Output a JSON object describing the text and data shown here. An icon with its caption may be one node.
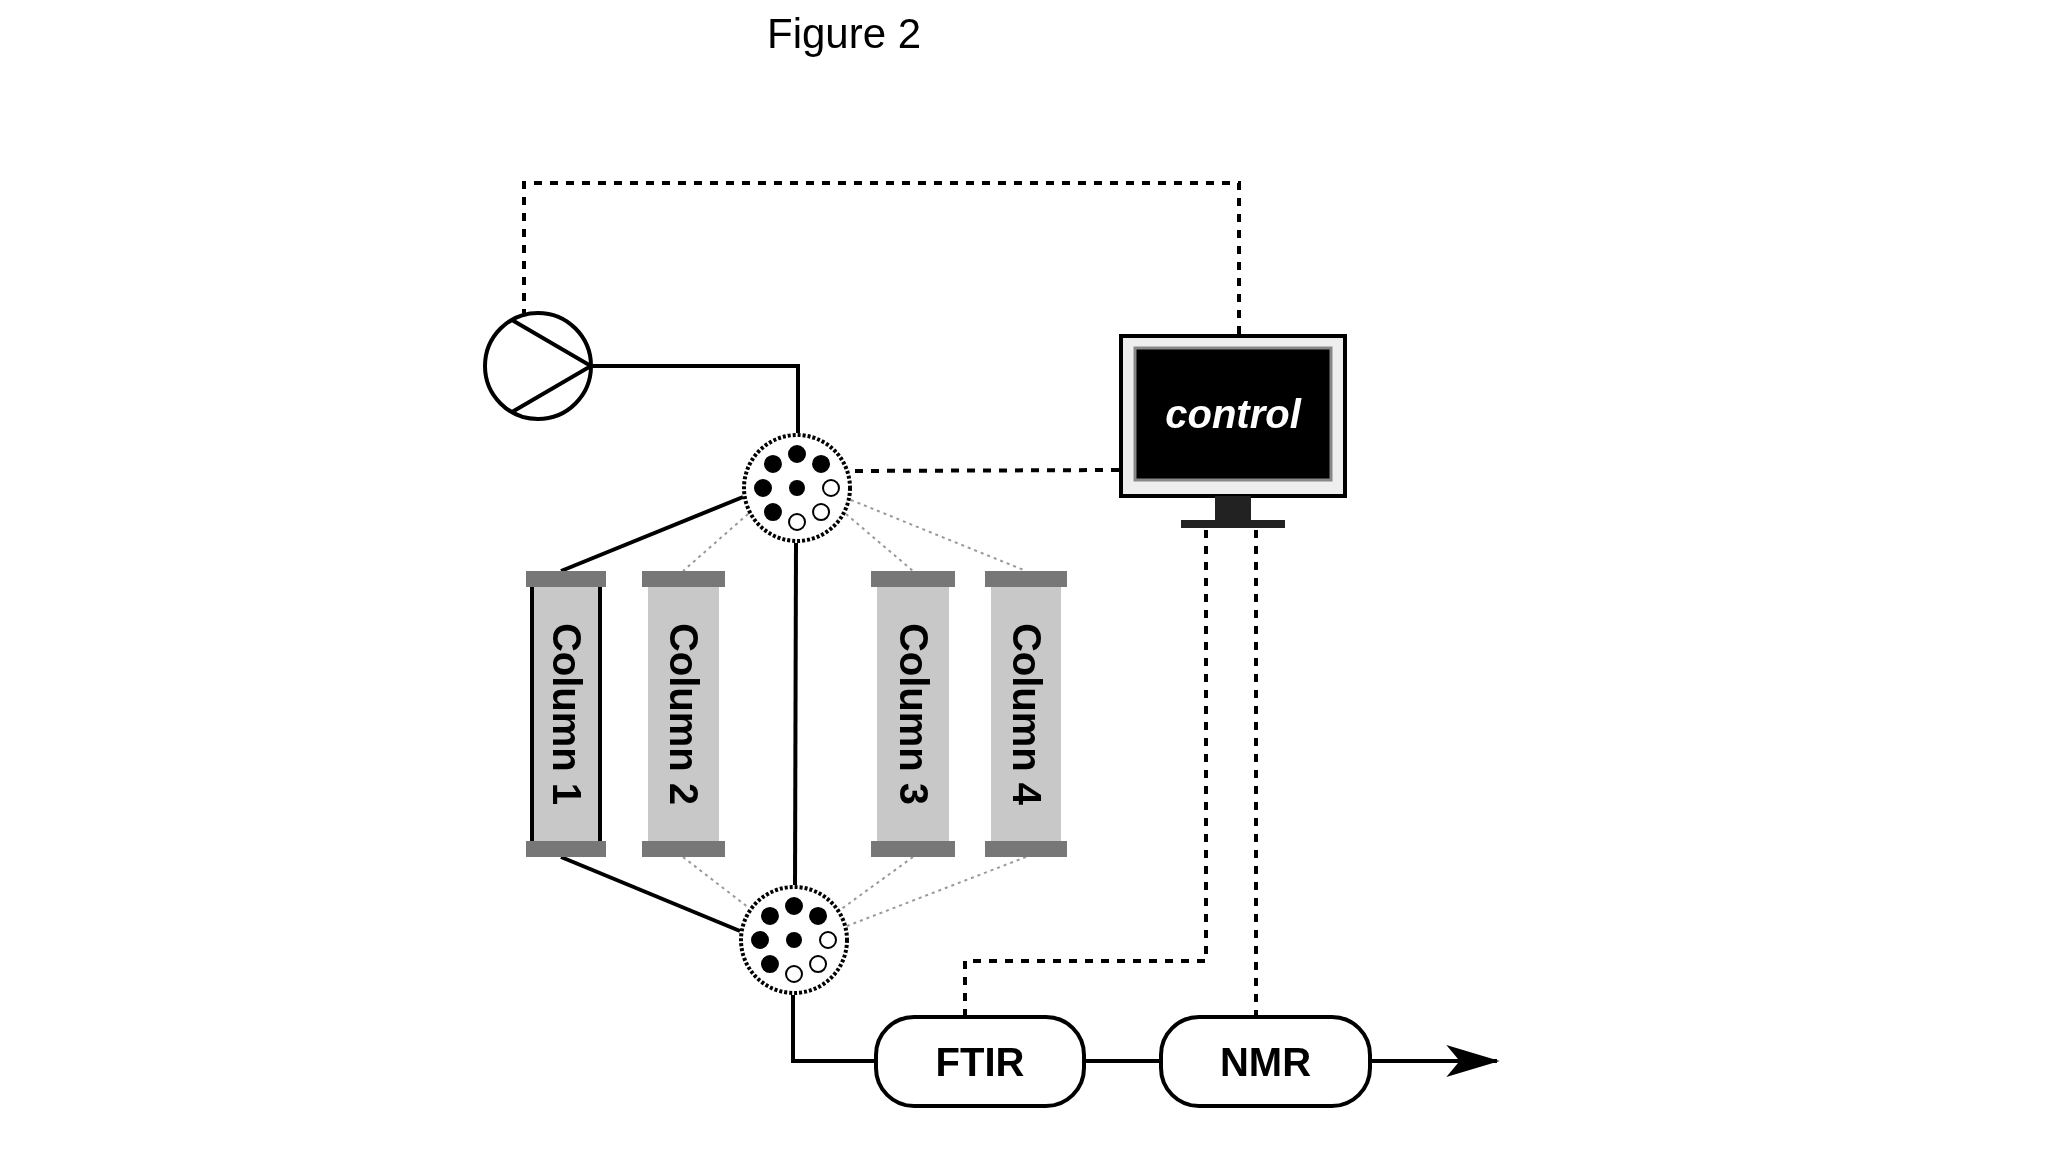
{
  "diagram": {
    "title": "Figure 2",
    "nodes": [
      {
        "text": [],
        "shape": "circle"
      },
      {
        "text": [],
        "shape": "circle"
      },
      {
        "text": [
          "control"
        ]
      },
      {
        "text": [
          "Column 1"
        ]
      },
      {
        "text": [
          "Column 2"
        ]
      },
      {
        "text": [
          "Column 3"
        ]
      },
      {
        "text": [
          "Column 4"
        ]
      },
      {
        "text": [],
        "shape": "circle"
      },
      {
        "text": [
          "FTIR"
        ]
      },
      {
        "text": [
          "NMR"
        ]
      }
    ],
    "edges": [
      {
        "from": 2,
        "to": 0,
        "arrow": "none",
        "style": "dashed"
      },
      {
        "from": 0,
        "to": 1,
        "arrow": "none"
      },
      {
        "from": 2,
        "to": 1,
        "arrow": "none",
        "style": "dashed"
      },
      {
        "from": 1,
        "to": 3,
        "arrow": "none"
      },
      {
        "from": 1,
        "to": 4,
        "arrow": "none",
        "style": "dashed",
        "color": "#999999"
      },
      {
        "from": 1,
        "to": 5,
        "arrow": "none",
        "style": "dashed",
        "color": "#999999"
      },
      {
        "from": 1,
        "to": 6,
        "arrow": "none",
        "style": "dashed",
        "color": "#999999"
      },
      {
        "from": 1,
        "to": 7,
        "arrow": "none"
      },
      {
        "from": 3,
        "to": 7,
        "arrow": "none"
      },
      {
        "from": 4,
        "to": 7,
        "arrow": "none",
        "style": "dashed",
        "color": "#999999"
      },
      {
        "from": 5,
        "to": 7,
        "arrow": "none",
        "style": "dashed",
        "color": "#999999"
      },
      {
        "from": 6,
        "to": 7,
        "arrow": "none",
        "style": "dashed",
        "color": "#999999"
      },
      {
        "from": 7,
        "to": 8,
        "arrow": "none"
      },
      {
        "from": 8,
        "to": 9,
        "arrow": "none"
      },
      {
        "from": 9,
        "to": null,
        "arrow": "to"
      },
      {
        "from": 2,
        "to": 8,
        "arrow": "none",
        "style": "dashed"
      },
      {
        "from": 2,
        "to": 9,
        "arrow": "none",
        "style": "dashed"
      }
    ]
  }
}
